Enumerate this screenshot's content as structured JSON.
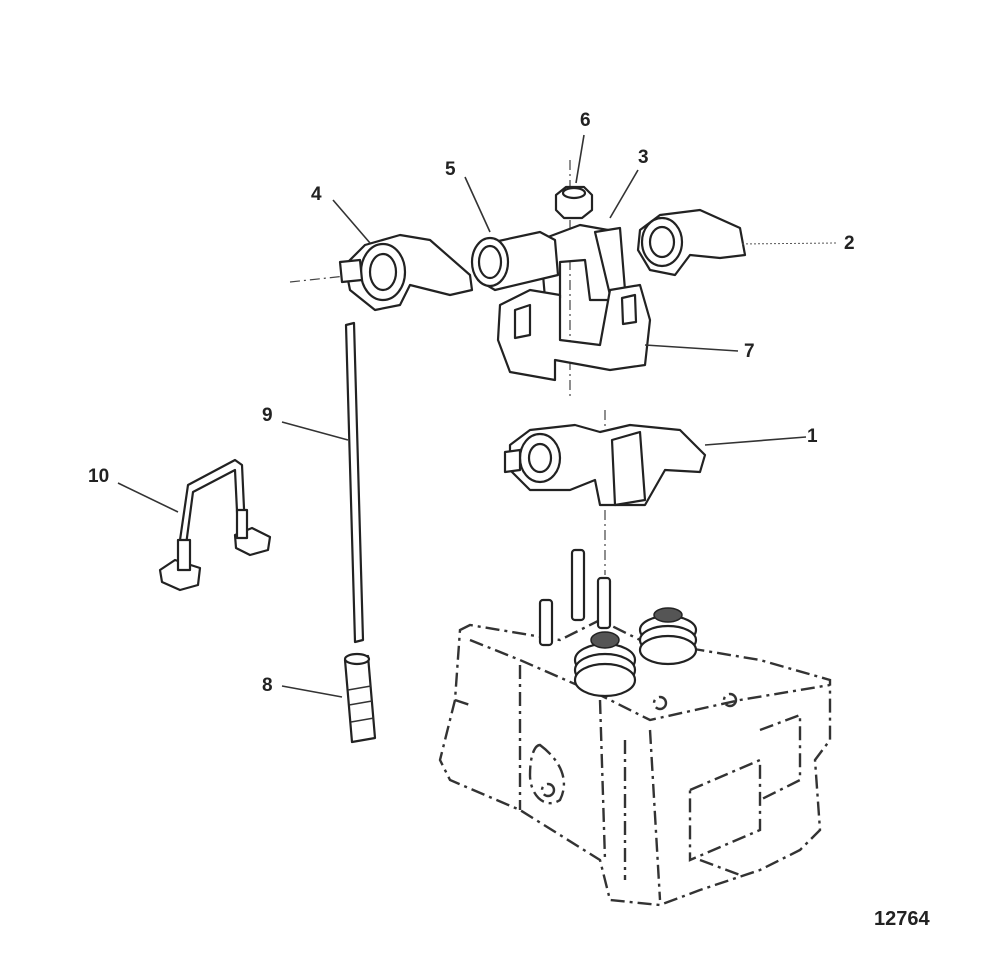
{
  "callouts": {
    "c1": "1",
    "c2": "2",
    "c3": "3",
    "c4": "4",
    "c5": "5",
    "c6": "6",
    "c7": "7",
    "c8": "8",
    "c9": "9",
    "c10": "10"
  },
  "figure_number": "12764"
}
